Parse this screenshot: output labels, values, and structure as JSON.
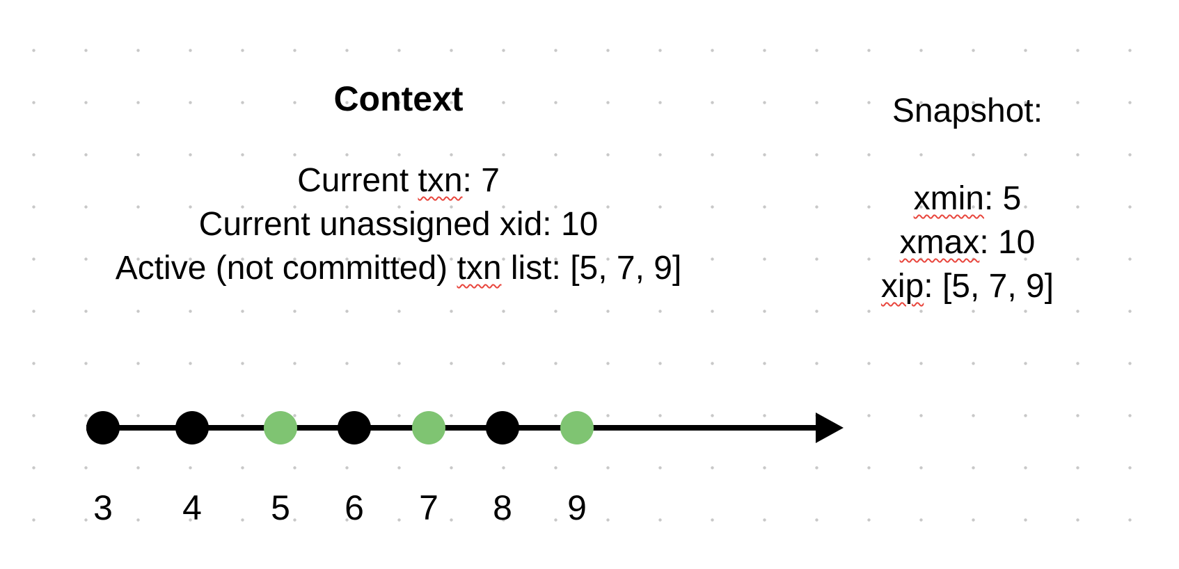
{
  "context": {
    "title": "Context",
    "current_txn_label": "Current ",
    "current_txn_word": "txn",
    "current_txn_value": ": 7",
    "unassigned_xid": "Current unassigned xid: 10",
    "active_prefix": "Active (not committed) ",
    "active_word": "txn",
    "active_suffix": " list: [5, 7, 9]"
  },
  "snapshot": {
    "title": "Snapshot:",
    "xmin_word": "xmin",
    "xmin_value": ": 5",
    "xmax_word": "xmax",
    "xmax_value": ": 10",
    "xip_word": "xip",
    "xip_value": ": [5, 7, 9]"
  },
  "timeline": {
    "nodes": [
      {
        "label": "3",
        "active": false
      },
      {
        "label": "4",
        "active": false
      },
      {
        "label": "5",
        "active": true
      },
      {
        "label": "6",
        "active": false
      },
      {
        "label": "7",
        "active": true
      },
      {
        "label": "8",
        "active": false
      },
      {
        "label": "9",
        "active": true
      }
    ]
  },
  "colors": {
    "committed": "#000000",
    "active": "#7fc472",
    "spellcheck": "#e8453c",
    "grid_dot": "#c8c8c8"
  }
}
